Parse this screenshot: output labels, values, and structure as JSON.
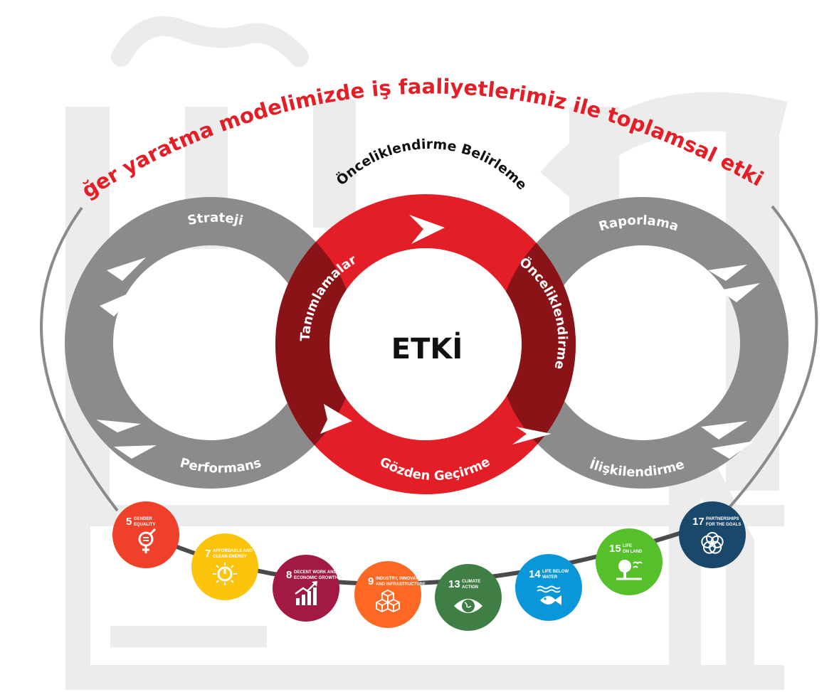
{
  "header_arc": "Değer yaratma modelimizde iş faaliyetlerimiz ile toplamsal etkimiz",
  "top_label": "Önceliklendirme Belirleme",
  "left_ring": {
    "top": "Strateji",
    "bottom": "Performans"
  },
  "right_ring": {
    "top": "Raporlama",
    "bottom": "İlişkilendirme"
  },
  "center_ring": {
    "center": "ETKİ",
    "left": "Tanımlamalar",
    "right": "Önceliklendirme",
    "bottom": "Gözden Geçirme"
  },
  "colors": {
    "red": "#e41e26",
    "dark_red": "#8a1318",
    "gray": "#878787",
    "light_gray": "#ececec",
    "title_red": "#e41e26"
  },
  "sdgs": [
    {
      "num": "5",
      "line1": "GENDER",
      "line2": "EQUALITY",
      "icon": "gender-equality-icon",
      "color": "#ef402b"
    },
    {
      "num": "7",
      "line1": "AFFORDABLE AND",
      "line2": "CLEAN ENERGY",
      "icon": "sun-power-icon",
      "color": "#fcc30b"
    },
    {
      "num": "8",
      "line1": "DECENT WORK AND",
      "line2": "ECONOMIC GROWTH",
      "icon": "growth-chart-icon",
      "color": "#a21942"
    },
    {
      "num": "9",
      "line1": "INDUSTRY, INNOVATION",
      "line2": "AND INFRASTRUCTURE",
      "icon": "cubes-icon",
      "color": "#fd6925"
    },
    {
      "num": "13",
      "line1": "CLIMATE",
      "line2": "ACTION",
      "icon": "eye-globe-icon",
      "color": "#3f7e44"
    },
    {
      "num": "14",
      "line1": "LIFE BELOW",
      "line2": "WATER",
      "icon": "fish-icon",
      "color": "#0a97d9"
    },
    {
      "num": "15",
      "line1": "LIFE",
      "line2": "ON LAND",
      "icon": "tree-icon",
      "color": "#56c02b"
    },
    {
      "num": "17",
      "line1": "PARTNERSHIPS",
      "line2": "FOR THE GOALS",
      "icon": "flower-rings-icon",
      "color": "#19486a"
    }
  ]
}
